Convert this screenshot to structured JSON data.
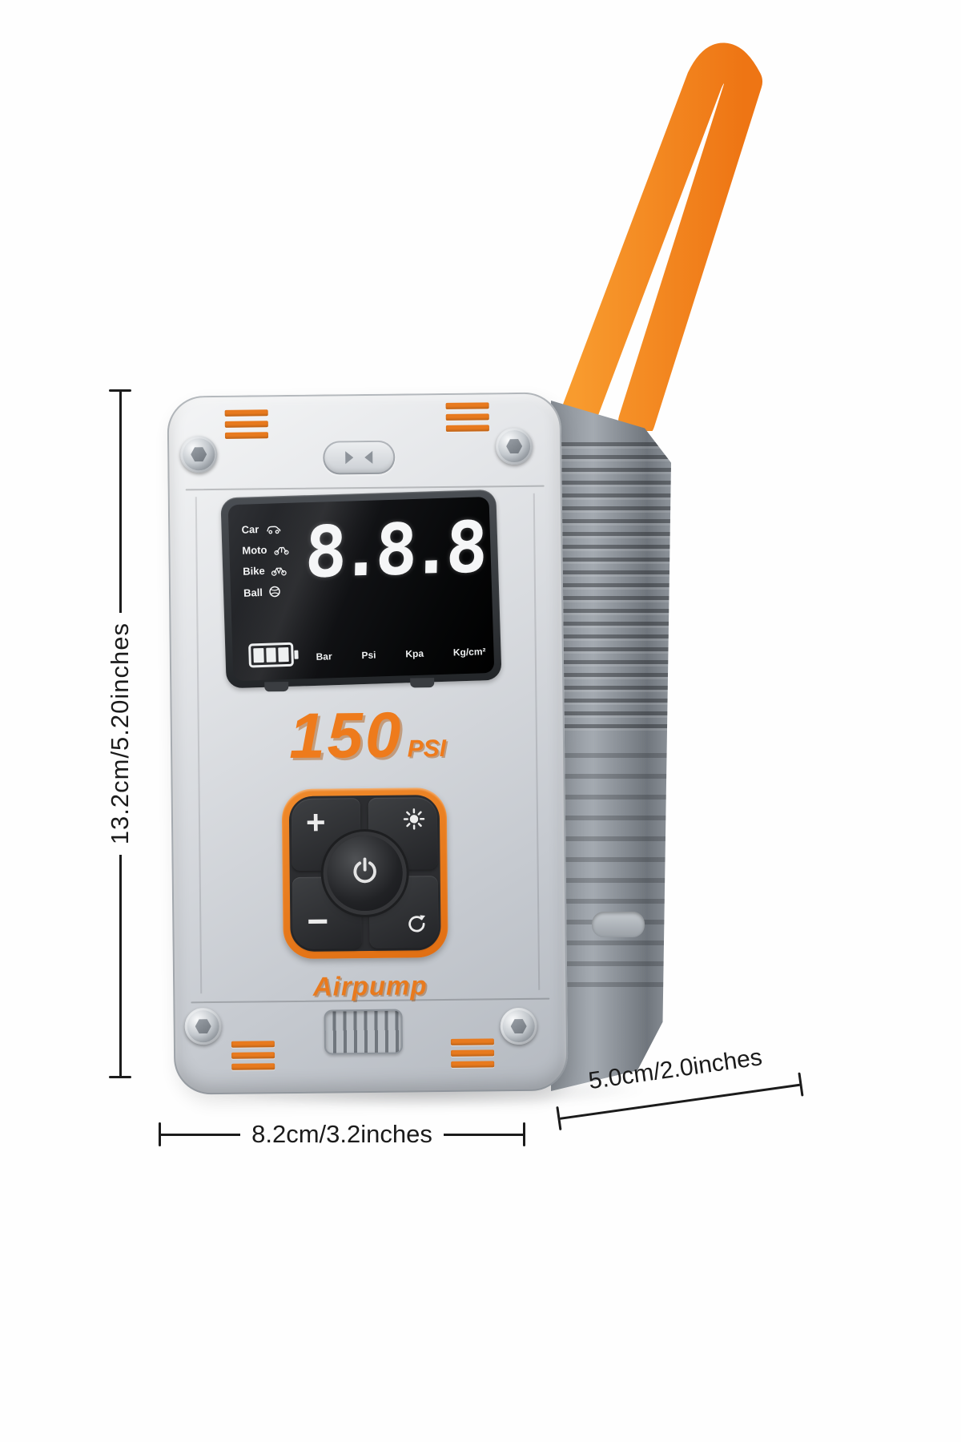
{
  "annotations": {
    "height_label": "13.2cm/5.20inches",
    "width_label": "8.2cm/3.2inches",
    "depth_label": "5.0cm/2.0inches"
  },
  "device": {
    "brand": "Airpump",
    "rating": {
      "value": "150",
      "unit": "PSI"
    },
    "display": {
      "digits": "8.8.8",
      "modes": [
        "Car",
        "Moto",
        "Bike",
        "Ball"
      ],
      "units": [
        "Bar",
        "Psi",
        "Kpa",
        "Kg/cm²"
      ]
    },
    "controls": {
      "plus": "+",
      "minus": "−"
    },
    "icons": {
      "modes": [
        "car-icon",
        "moto-icon",
        "bike-icon",
        "ball-icon"
      ],
      "pad": [
        "plus",
        "light",
        "power",
        "minus",
        "cycle"
      ],
      "battery": "battery-icon"
    },
    "colors": {
      "accent_orange": "#E87A1E",
      "strap_orange": "#F58220",
      "body_silver": "#C9CDD2",
      "display_black": "#0C0D0F"
    }
  }
}
